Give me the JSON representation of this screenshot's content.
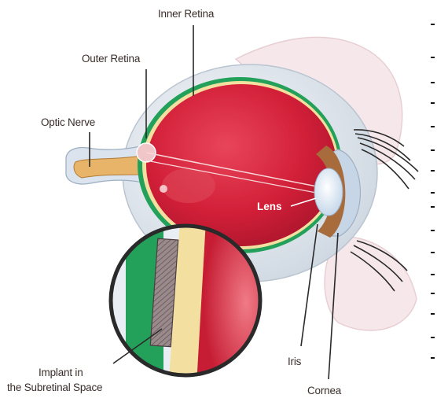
{
  "labels": {
    "inner_retina": "Inner Retina",
    "outer_retina": "Outer Retina",
    "optic_nerve": "Optic Nerve",
    "lens": "Lens",
    "implant_line1": "Implant in",
    "implant_line2": "the Subretinal Space",
    "iris": "Iris",
    "cornea": "Cornea"
  },
  "colors": {
    "eyeball_red": "#d8203a",
    "retina_green": "#23a15a",
    "inner_retina_yellow": "#f3e0a0",
    "optic_nerve_tan": "#e8b46a",
    "sclera": "#dfe6ee",
    "implant_gray": "#8c7b7e"
  }
}
